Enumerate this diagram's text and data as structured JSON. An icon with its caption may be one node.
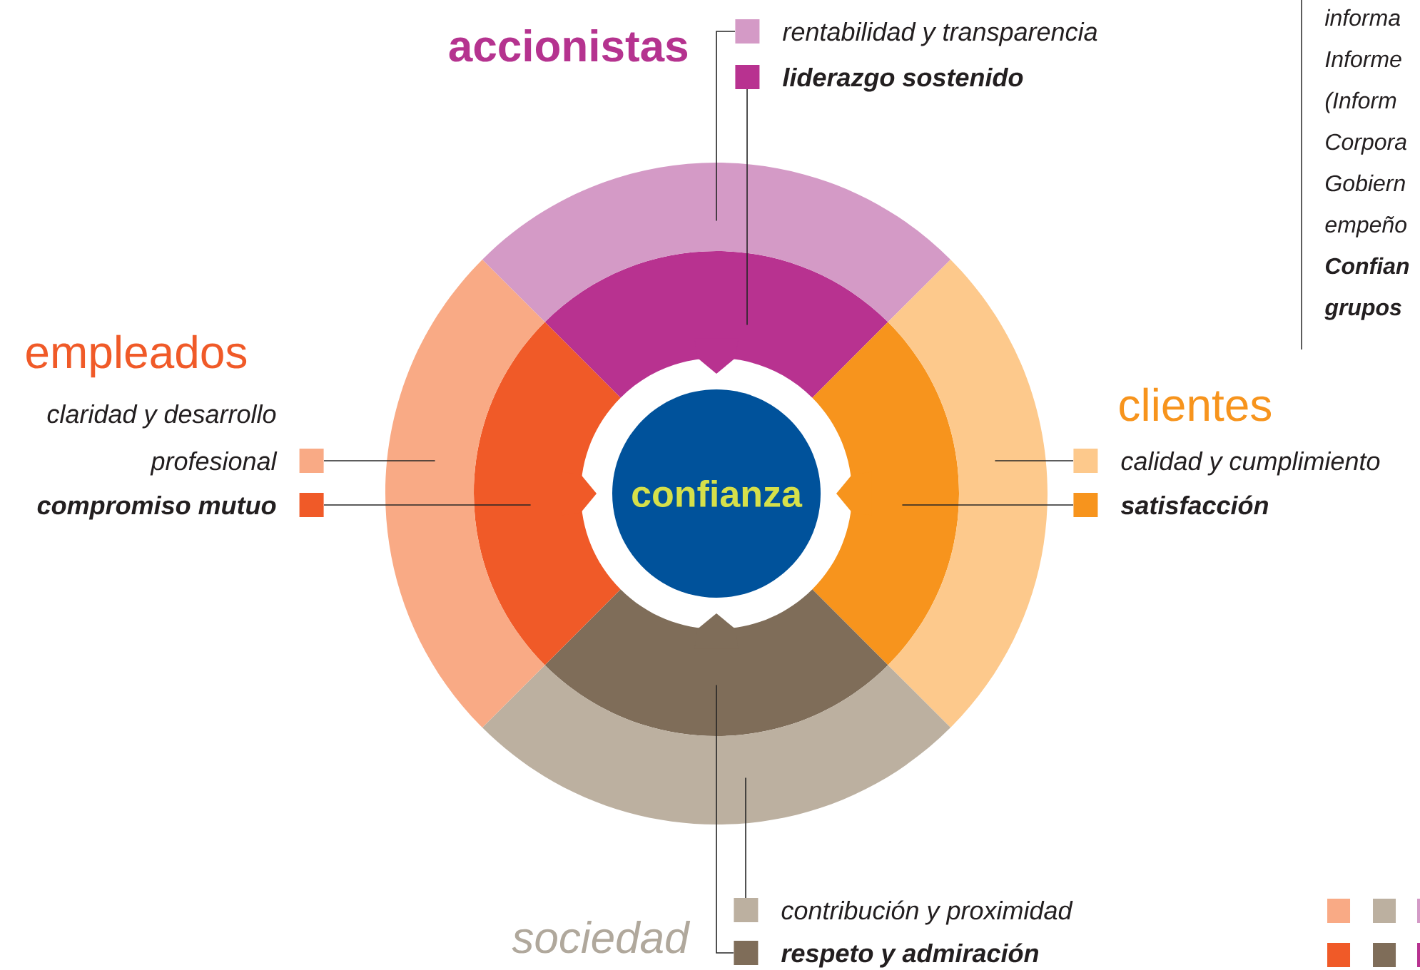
{
  "diagram": {
    "nodes": [
      {
        "text": [
          "confianza"
        ]
      },
      {
        "text": [],
        "shape": "segment"
      },
      {
        "text": [],
        "shape": "segment"
      },
      {
        "text": [],
        "shape": "segment"
      },
      {
        "text": [],
        "shape": "segment"
      },
      {
        "text": [],
        "shape": "segment"
      },
      {
        "text": [],
        "shape": "segment"
      },
      {
        "text": [],
        "shape": "segment"
      },
      {
        "text": [],
        "shape": "segment"
      },
      {
        "text": [
          "rentabilidad y transparencia"
        ]
      },
      {
        "text": [
          "liderazgo sostenido"
        ]
      },
      {
        "text": [
          "calidad y cumplimiento"
        ]
      },
      {
        "text": [
          "satisfacción"
        ]
      },
      {
        "text": [
          "contribución y proximidad"
        ]
      },
      {
        "text": [
          "respeto y admiración"
        ]
      },
      {
        "text": [
          "claridad y desarrollo profesional"
        ]
      },
      {
        "text": [
          "compromiso mutuo"
        ]
      }
    ],
    "edges": [
      {
        "from": 9,
        "to": 5,
        "arrow": "none"
      },
      {
        "from": 10,
        "to": 1,
        "arrow": "none"
      },
      {
        "from": 11,
        "to": 6,
        "arrow": "none"
      },
      {
        "from": 12,
        "to": 2,
        "arrow": "none"
      },
      {
        "from": 13,
        "to": 7,
        "arrow": "none"
      },
      {
        "from": 14,
        "to": 3,
        "arrow": "none"
      },
      {
        "from": 15,
        "to": 8,
        "arrow": "none"
      },
      {
        "from": 16,
        "to": 4,
        "arrow": "none"
      }
    ],
    "labels": [
      "accionistas",
      "empleados",
      "clientes",
      "sociedad",
      "informa",
      "Informe",
      "(Inform",
      "Corpora",
      "Gobiern",
      "empeño",
      "Confian",
      "grupos"
    ]
  }
}
